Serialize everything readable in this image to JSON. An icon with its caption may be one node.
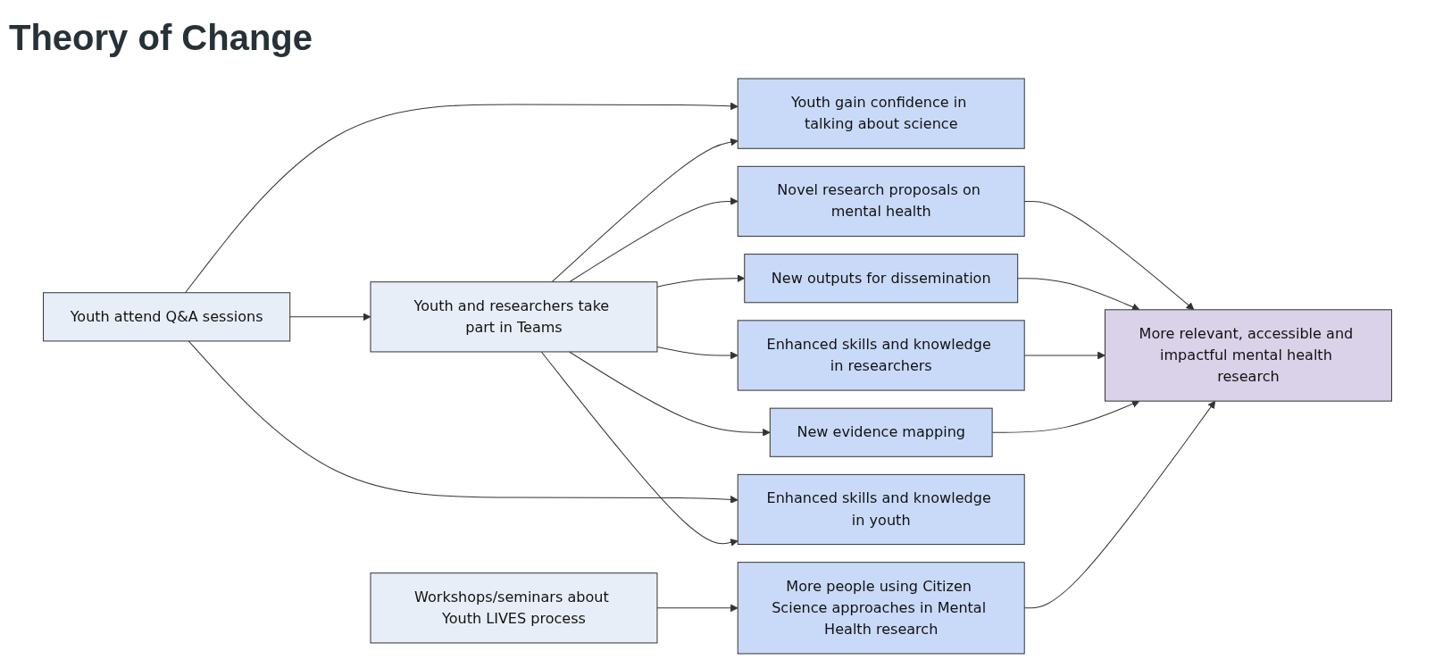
{
  "diagram": {
    "title": "Theory of Change",
    "nodes": [
      {
        "text": [
          "Youth attend Q&A sessions"
        ]
      },
      {
        "text": [
          "Youth and researchers take part in Teams"
        ]
      },
      {
        "text": [
          "Youth gain confidence in talking about science"
        ]
      },
      {
        "text": [
          "Novel research proposals on mental health"
        ]
      },
      {
        "text": [
          "New outputs for dissemination"
        ]
      },
      {
        "text": [
          "Enhanced skills and knowledge in researchers"
        ]
      },
      {
        "text": [
          "New evidence mapping"
        ]
      },
      {
        "text": [
          "Enhanced skills and knowledge in youth"
        ]
      },
      {
        "text": [
          "Workshops/seminars about Youth LIVES process"
        ]
      },
      {
        "text": [
          "More people using Citizen Science approaches in Mental Health research"
        ]
      },
      {
        "text": [
          "More relevant, accessible and impactful mental health research"
        ]
      }
    ],
    "edges": [
      {
        "from": 0,
        "to": 2,
        "arrow": "to"
      },
      {
        "from": 0,
        "to": 1,
        "arrow": "to"
      },
      {
        "from": 0,
        "to": 7,
        "arrow": "to"
      },
      {
        "from": 1,
        "to": 2,
        "arrow": "to"
      },
      {
        "from": 1,
        "to": 3,
        "arrow": "to"
      },
      {
        "from": 1,
        "to": 4,
        "arrow": "to"
      },
      {
        "from": 1,
        "to": 5,
        "arrow": "to"
      },
      {
        "from": 1,
        "to": 6,
        "arrow": "to"
      },
      {
        "from": 1,
        "to": 7,
        "arrow": "to"
      },
      {
        "from": 8,
        "to": 9,
        "arrow": "to"
      },
      {
        "from": 3,
        "to": 10,
        "arrow": "to"
      },
      {
        "from": 4,
        "to": 10,
        "arrow": "to"
      },
      {
        "from": 5,
        "to": 10,
        "arrow": "to"
      },
      {
        "from": 6,
        "to": 10,
        "arrow": "to"
      },
      {
        "from": 9,
        "to": 10,
        "arrow": "to"
      }
    ]
  }
}
